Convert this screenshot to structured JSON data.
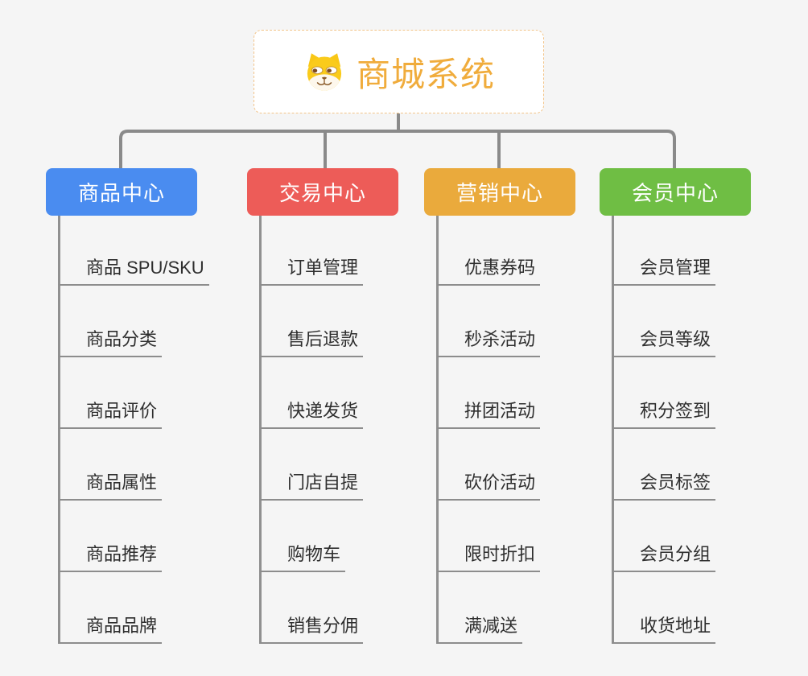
{
  "page": {
    "background": "#f5f5f5",
    "connector_color": "#8a8a8a"
  },
  "root": {
    "title": "商城系统",
    "icon": "dog-face-icon",
    "title_color": "#f0ac3c",
    "border_color": "#f2c489"
  },
  "branches": [
    {
      "name": "product-center",
      "label": "商品中心",
      "color": "#4a8cf0",
      "items": [
        "商品 SPU/SKU",
        "商品分类",
        "商品评价",
        "商品属性",
        "商品推荐",
        "商品品牌"
      ]
    },
    {
      "name": "trade-center",
      "label": "交易中心",
      "color": "#ed5c58",
      "items": [
        "订单管理",
        "售后退款",
        "快递发货",
        "门店自提",
        "购物车",
        "销售分佣"
      ]
    },
    {
      "name": "marketing-center",
      "label": "营销中心",
      "color": "#eaaa3c",
      "items": [
        "优惠券码",
        "秒杀活动",
        "拼团活动",
        "砍价活动",
        "限时折扣",
        "满减送"
      ]
    },
    {
      "name": "member-center",
      "label": "会员中心",
      "color": "#6fbe44",
      "items": [
        "会员管理",
        "会员等级",
        "积分签到",
        "会员标签",
        "会员分组",
        "收货地址"
      ]
    }
  ]
}
